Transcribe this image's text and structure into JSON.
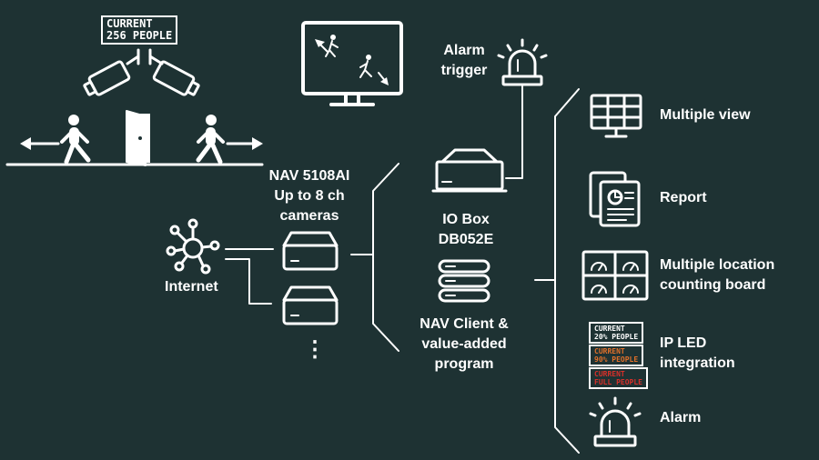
{
  "colors": {
    "background": "#1e3233",
    "foreground": "#ffffff",
    "led_orange": "#e0702a",
    "led_red": "#d8302a"
  },
  "counter_sign": {
    "line1": "CURRENT",
    "line2": "256 PEOPLE"
  },
  "labels": {
    "alarm_trigger": [
      "Alarm",
      "trigger"
    ],
    "nav_device": [
      "NAV 5108AI",
      "Up to 8 ch",
      "cameras"
    ],
    "internet": "Internet",
    "io_box": [
      "IO Box",
      "DB052E"
    ],
    "nav_client": [
      "NAV Client &",
      "value-added",
      "program"
    ],
    "ellipsis": "⋮"
  },
  "features": [
    {
      "icon": "monitor-grid-icon",
      "label": [
        "Multiple view"
      ]
    },
    {
      "icon": "report-icon",
      "label": [
        "Report"
      ]
    },
    {
      "icon": "counting-board-icon",
      "label": [
        "Multiple location",
        "counting board"
      ]
    },
    {
      "icon": "led-display-icon",
      "label": [
        "IP LED",
        "integration"
      ]
    },
    {
      "icon": "alarm-light-icon",
      "label": [
        "Alarm"
      ]
    }
  ],
  "led_panels": [
    {
      "line1": "CURRENT",
      "line2": "20% PEOPLE",
      "color": "#ffffff"
    },
    {
      "line1": "CURRENT",
      "line2": "90% PEOPLE",
      "color": "#e0702a"
    },
    {
      "line1": "CURRENT",
      "line2": "FULL PEOPLE",
      "color": "#d8302a"
    }
  ]
}
